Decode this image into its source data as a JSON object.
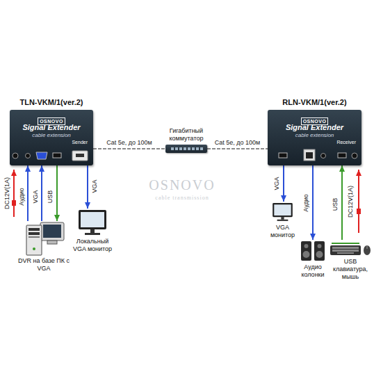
{
  "diagram": {
    "nodes": [
      {
        "text": [
          "TLN-VKM/1(ver.2)",
          "OSNOVO",
          "Signal Extender",
          "cable extension",
          "Sender"
        ]
      },
      {
        "text": [
          "Гигабитный коммутатор"
        ]
      },
      {
        "text": [
          "RLN-VKM/1(ver.2)",
          "OSNOVO",
          "Signal Extender",
          "cable extension",
          "Receiver"
        ]
      },
      {
        "text": [
          "DVR на базе ПК с VGA"
        ]
      },
      {
        "text": [
          "Локальный VGA монитор"
        ]
      },
      {
        "text": [
          "VGA монитор"
        ]
      },
      {
        "text": [
          "Аудио колонки"
        ]
      },
      {
        "text": [
          "USB клавиатура, мышь"
        ]
      }
    ],
    "edges": [
      {
        "from": 0,
        "to": 1,
        "label": "Cat 5e, до 100м",
        "arrow": "none"
      },
      {
        "from": 1,
        "to": 2,
        "label": "Cat 5e, до 100м",
        "arrow": "none"
      },
      {
        "from": 3,
        "to": 0,
        "label": "Аудио",
        "arrow": "to"
      },
      {
        "from": 3,
        "to": 0,
        "label": "VGA",
        "arrow": "to"
      },
      {
        "from": 0,
        "to": 3,
        "label": "USB",
        "arrow": "to"
      },
      {
        "from": 0,
        "to": 4,
        "label": "VGA",
        "arrow": "to"
      },
      {
        "from": 2,
        "to": 5,
        "label": "VGA",
        "arrow": "to"
      },
      {
        "from": 2,
        "to": 6,
        "label": "Аудио",
        "arrow": "to"
      },
      {
        "from": 7,
        "to": 2,
        "label": "USB",
        "arrow": "to"
      }
    ],
    "labels": [
      "DC12V(1A)",
      "DC12V(1A)",
      "OSNOVO",
      "cable transmission"
    ]
  }
}
